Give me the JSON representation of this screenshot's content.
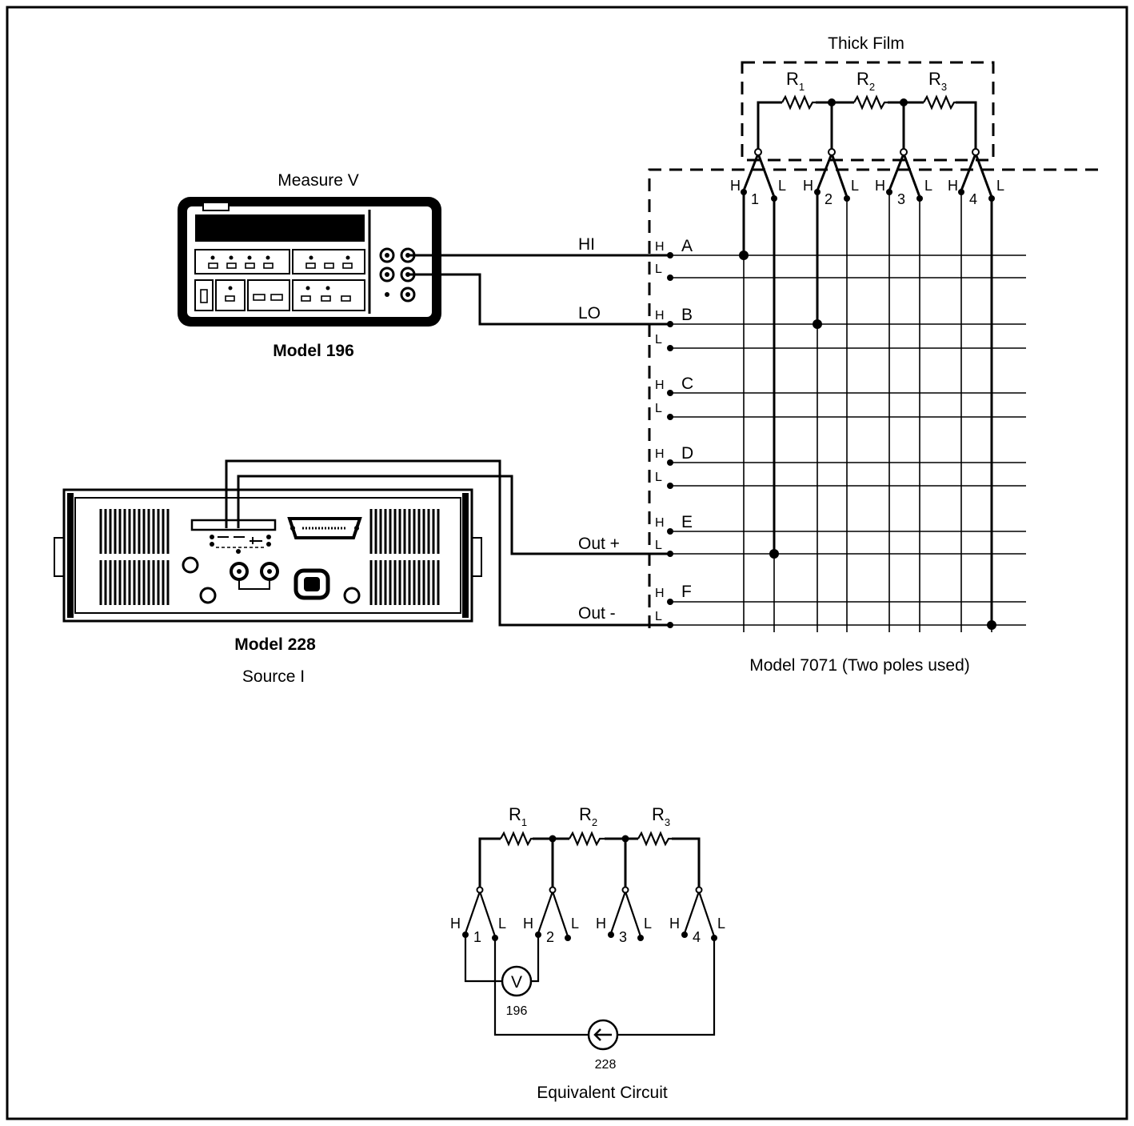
{
  "thick_film": {
    "title": "Thick Film",
    "resistors": [
      {
        "letter": "R",
        "sub": "1"
      },
      {
        "letter": "R",
        "sub": "2"
      },
      {
        "letter": "R",
        "sub": "3"
      }
    ]
  },
  "dmm": {
    "heading": "Measure V",
    "model": "Model 196"
  },
  "source": {
    "model": "Model 228",
    "caption": "Source I"
  },
  "connections": {
    "hi": "HI",
    "lo": "LO",
    "out_plus": "Out +",
    "out_minus": "Out -"
  },
  "scanner": {
    "caption": "Model 7071 (Two poles used)",
    "rows": [
      "A",
      "B",
      "C",
      "D",
      "E",
      "F"
    ],
    "high": "H",
    "low": "L",
    "poles": [
      "1",
      "2",
      "3",
      "4"
    ]
  },
  "equivalent": {
    "caption": "Equivalent Circuit",
    "meter_symbol": "V",
    "meter_label": "196",
    "source_label": "228"
  }
}
